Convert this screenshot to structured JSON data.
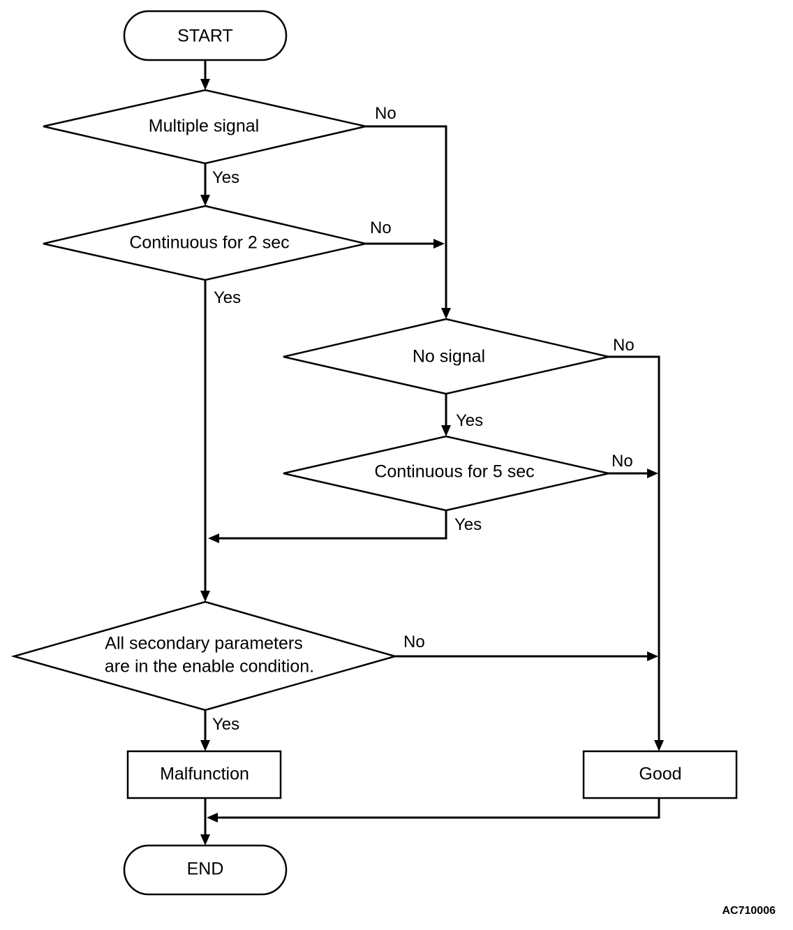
{
  "nodes": {
    "start": "START",
    "multiple_signal": "Multiple signal",
    "continuous_2sec": "Continuous for 2 sec",
    "no_signal": "No signal",
    "continuous_5sec": "Continuous for 5 sec",
    "secondary_params": [
      "All secondary parameters",
      "are in the enable condition."
    ],
    "malfunction": "Malfunction",
    "good": "Good",
    "end": "END"
  },
  "labels": {
    "yes": "Yes",
    "no": "No"
  },
  "figure_id": "AC710006"
}
